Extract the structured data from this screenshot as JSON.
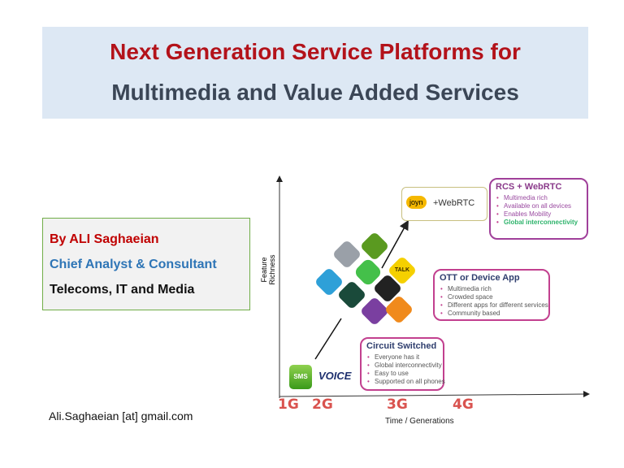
{
  "title": {
    "line1": "Next Generation Service Platforms for",
    "line2": "Multimedia and Value Added Services"
  },
  "author": {
    "name": "By ALI Saghaeian",
    "role": "Chief Analyst & Consultant",
    "field": "Telecoms, IT and Media"
  },
  "email": "Ali.Saghaeian [at] gmail.com",
  "diagram": {
    "y_axis_label": "Feature Richness",
    "x_axis_label": "Time / Generations",
    "generations": [
      "1G",
      "2G",
      "3G",
      "4G"
    ],
    "sms_label": "SMS",
    "voice_label": "VOICE",
    "joyn_label": "joyn",
    "webrtc_label": "+WebRTC",
    "rcs": {
      "title": "RCS + WebRTC",
      "items": [
        "Multimedia rich",
        "Available on all devices",
        "Enables Mobility"
      ],
      "highlight": "Global interconnectivity"
    },
    "ott": {
      "title": "OTT or Device App",
      "items": [
        "Multimedia rich",
        "Crowded space",
        "Different apps for different services",
        "Community based"
      ]
    },
    "circuit": {
      "title": "Circuit Switched",
      "items": [
        "Everyone has it",
        "Global interconnectivity",
        "Easy to use",
        "Supported on all phones"
      ]
    },
    "talk_label": "TALK"
  },
  "colors": {
    "title_red": "#b3121a",
    "role_blue": "#2e75b6",
    "box_border": "#c2408f",
    "rcs_border": "#a0409a",
    "gen_red": "#d9534f",
    "highlight_green": "#2db36b"
  }
}
